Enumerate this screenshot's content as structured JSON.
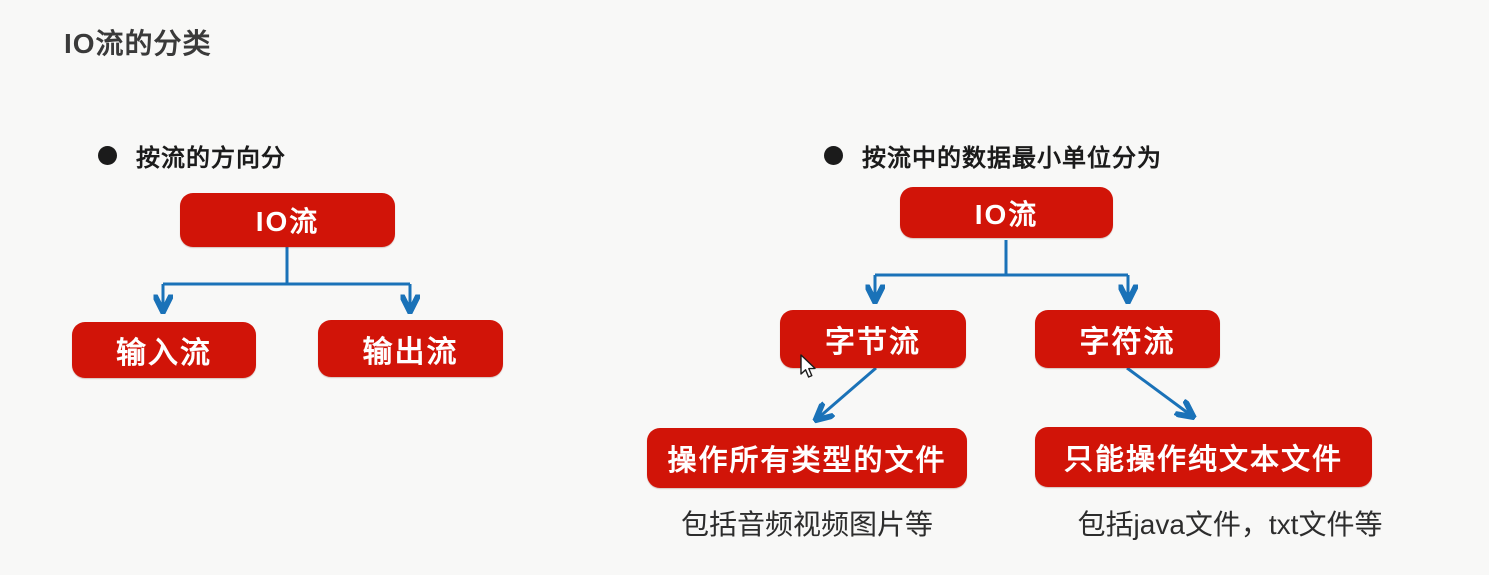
{
  "page": {
    "title": "IO流的分类"
  },
  "colors": {
    "background": "#f8f8f7",
    "node_red": "#d11408",
    "node_text": "#ffffff",
    "connector_blue": "#1a72b8",
    "title_text": "#3a3a3a",
    "heading_text": "#1b1b1b",
    "note_text": "#2d2d2d"
  },
  "icons": {
    "bullet": "filled-circle",
    "cursor": "mouse-pointer-arrow"
  },
  "sections": {
    "left": {
      "heading": "按流的方向分",
      "tree": {
        "root": "IO流",
        "children": [
          "输入流",
          "输出流"
        ]
      }
    },
    "right": {
      "heading": "按流中的数据最小单位分为",
      "tree": {
        "root": "IO流",
        "branches": [
          {
            "label": "字节流",
            "detail": "操作所有类型的文件",
            "note": "包括音频视频图片等"
          },
          {
            "label": "字符流",
            "detail": "只能操作纯文本文件",
            "note": "包括java文件，txt文件等"
          }
        ]
      }
    }
  }
}
